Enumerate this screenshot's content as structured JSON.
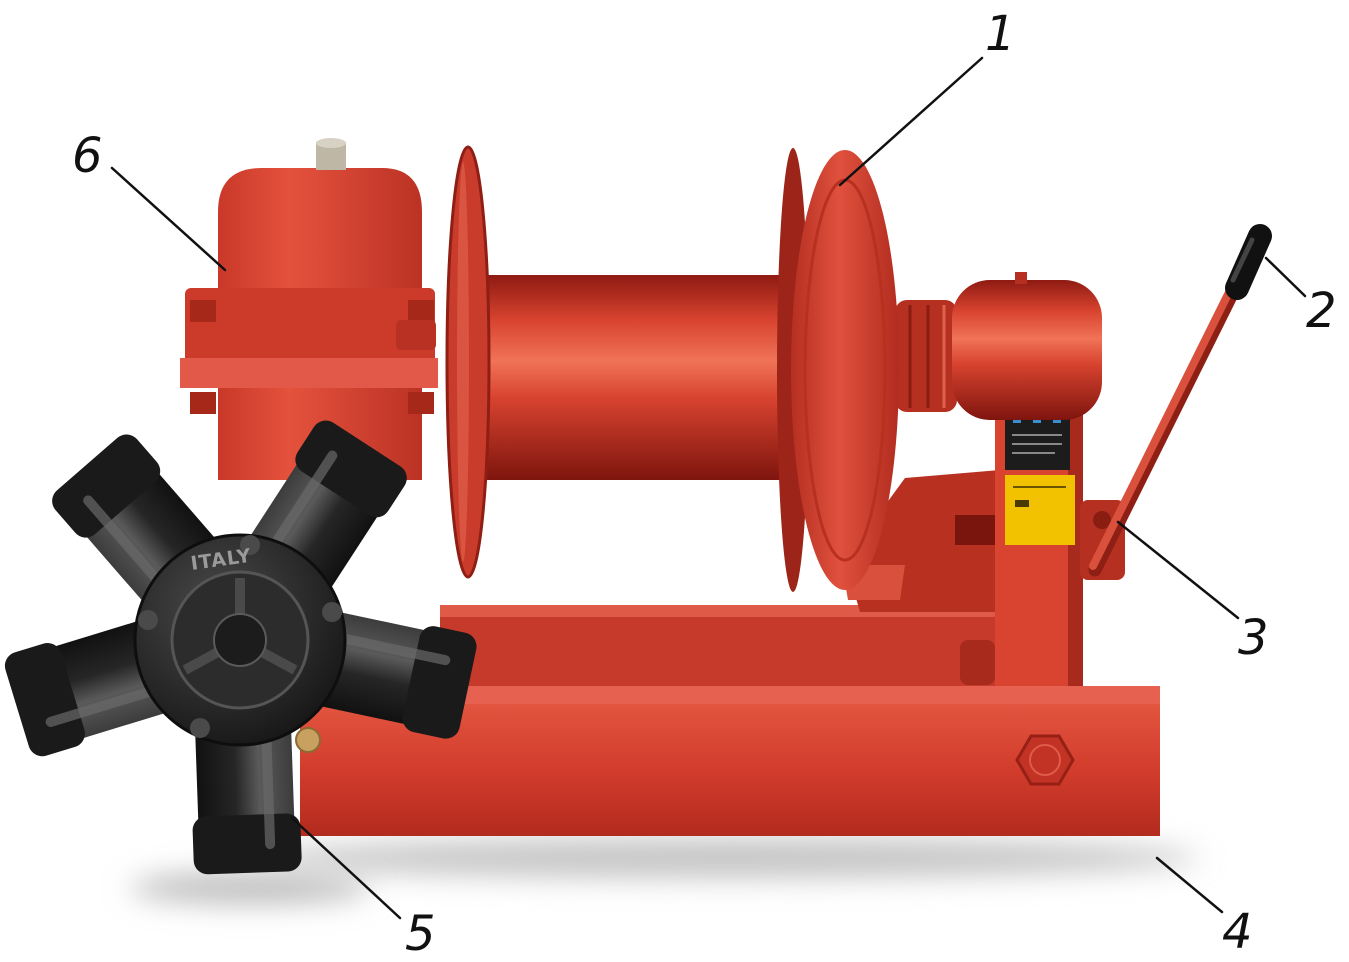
{
  "colors": {
    "background": "#ffffff",
    "winch_red": "#d23c2c",
    "motor_black": "#222222",
    "label_yellow": "#f2c200"
  },
  "callouts": [
    {
      "label": "1"
    },
    {
      "label": "2"
    },
    {
      "label": "3"
    },
    {
      "label": "4"
    },
    {
      "label": "5"
    },
    {
      "label": "6"
    }
  ],
  "motor_casting_text": "ITALY"
}
